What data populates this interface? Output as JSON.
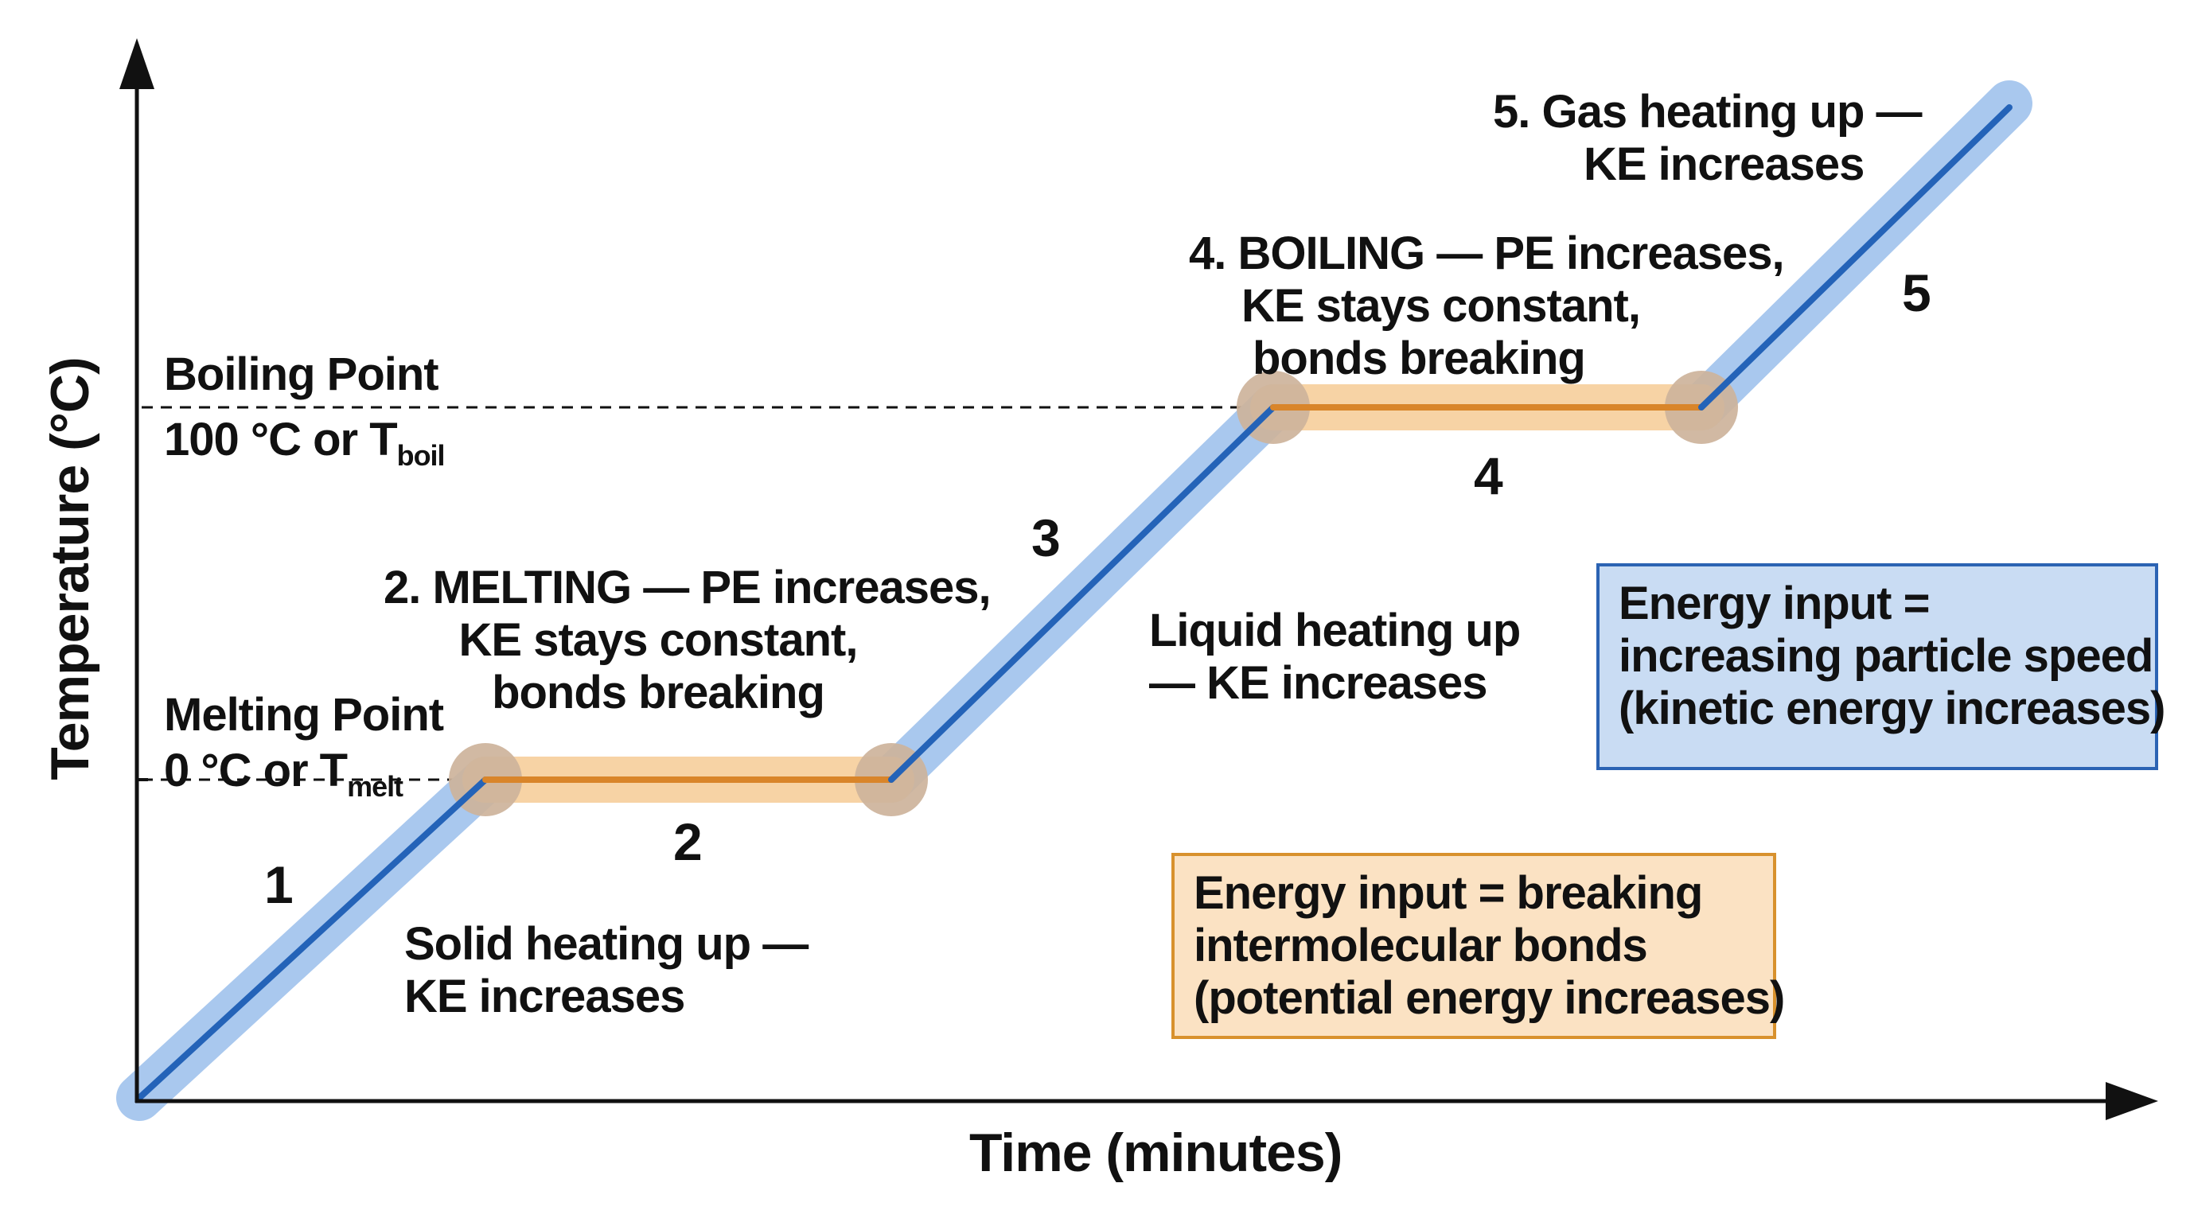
{
  "axes": {
    "x_label": "Time (minutes)",
    "y_label": "Temperature (°C)"
  },
  "reference_lines": {
    "boiling": {
      "title": "Boiling Point",
      "value_text": "100 °C or T",
      "subscript": "boil"
    },
    "melting": {
      "title": "Melting Point",
      "value_text": "0 °C or T",
      "subscript": "melt"
    }
  },
  "segments": [
    {
      "number": "1",
      "phase": "heating",
      "caption": [
        "Solid heating up —",
        "KE increases"
      ]
    },
    {
      "number": "2",
      "phase": "plateau",
      "caption": [
        "2. MELTING — PE increases,",
        "KE stays constant,",
        "bonds breaking"
      ]
    },
    {
      "number": "3",
      "phase": "heating",
      "caption": [
        "Liquid heating up",
        "— KE increases"
      ]
    },
    {
      "number": "4",
      "phase": "plateau",
      "caption": [
        "4. BOILING — PE increases,",
        "KE stays constant,",
        "bonds breaking"
      ]
    },
    {
      "number": "5",
      "phase": "heating",
      "caption": [
        "5. Gas heating up —",
        "KE increases"
      ]
    }
  ],
  "legend_boxes": {
    "kinetic": {
      "lines": [
        "Energy input =",
        "increasing particle speed",
        "(kinetic energy increases)"
      ],
      "fill": "#c9dcf3",
      "border": "#2b63b3"
    },
    "potential": {
      "lines": [
        "Energy input = breaking",
        "intermolecular bonds",
        "(potential energy increases)"
      ],
      "fill": "#fbe2c3",
      "border": "#d8912d"
    }
  },
  "colors": {
    "heating_line": "#2463b8",
    "heating_halo": "#a9c8ee",
    "plateau_line": "#d9852a",
    "plateau_halo": "#f7d3a5",
    "joint": "#cdb39b",
    "axis": "#111111"
  }
}
